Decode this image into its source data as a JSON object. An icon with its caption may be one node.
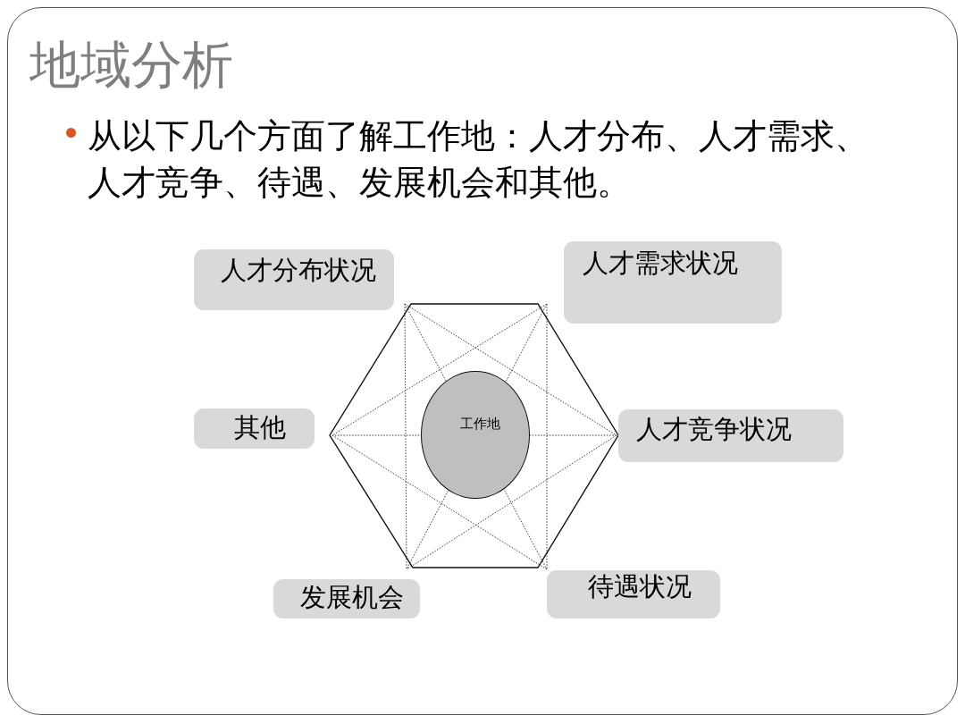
{
  "diagram": {
    "title": "地域分析",
    "nodes": [
      {
        "text": [
          "人才分布状况"
        ]
      },
      {
        "text": [
          "人才需求状况"
        ]
      },
      {
        "text": [],
        "shape": "hexagon"
      },
      {
        "text": [
          "工作地"
        ],
        "in": 2
      },
      {
        "text": [
          "其他"
        ]
      },
      {
        "text": [
          "人才竞争状况"
        ]
      },
      {
        "text": [
          "发展机会"
        ]
      },
      {
        "text": [
          "待遇状况"
        ]
      }
    ],
    "labels": [
      "从以下几个方面了解工作地：人才分布、人才需求、人才竞争、待遇、发展机会和其他。"
    ]
  }
}
